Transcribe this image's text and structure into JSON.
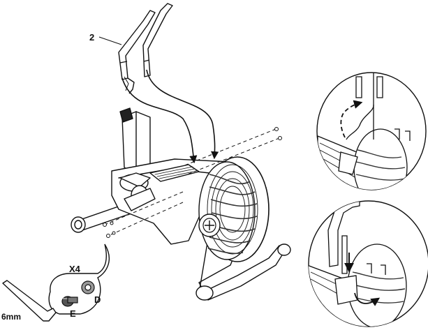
{
  "callouts": {
    "part_2": "2",
    "quantity": "X4",
    "part_d": "D",
    "part_e": "E",
    "wrench": "6mm"
  },
  "colors": {
    "line": "#111111",
    "fill": "#ffffff",
    "shade": "#444444"
  },
  "icons": [
    "allen-wrench-icon",
    "bolt-icon",
    "washer-icon",
    "arrow-icon"
  ]
}
